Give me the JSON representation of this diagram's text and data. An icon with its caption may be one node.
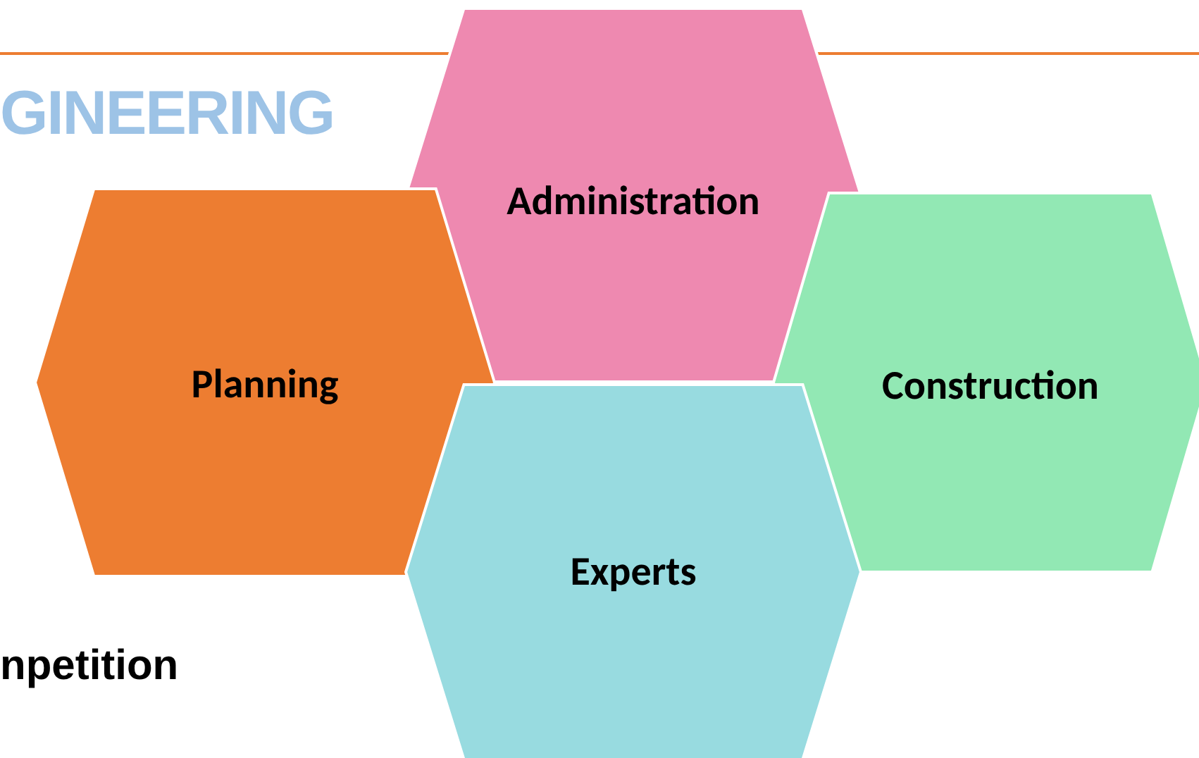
{
  "diagram": {
    "nodes": [
      {
        "text": [
          "Administration"
        ]
      },
      {
        "text": [
          "Planning"
        ]
      },
      {
        "text": [
          "Construction"
        ]
      },
      {
        "text": [
          "Experts"
        ]
      }
    ],
    "labels": [
      "GINEERING",
      "npetition"
    ]
  }
}
